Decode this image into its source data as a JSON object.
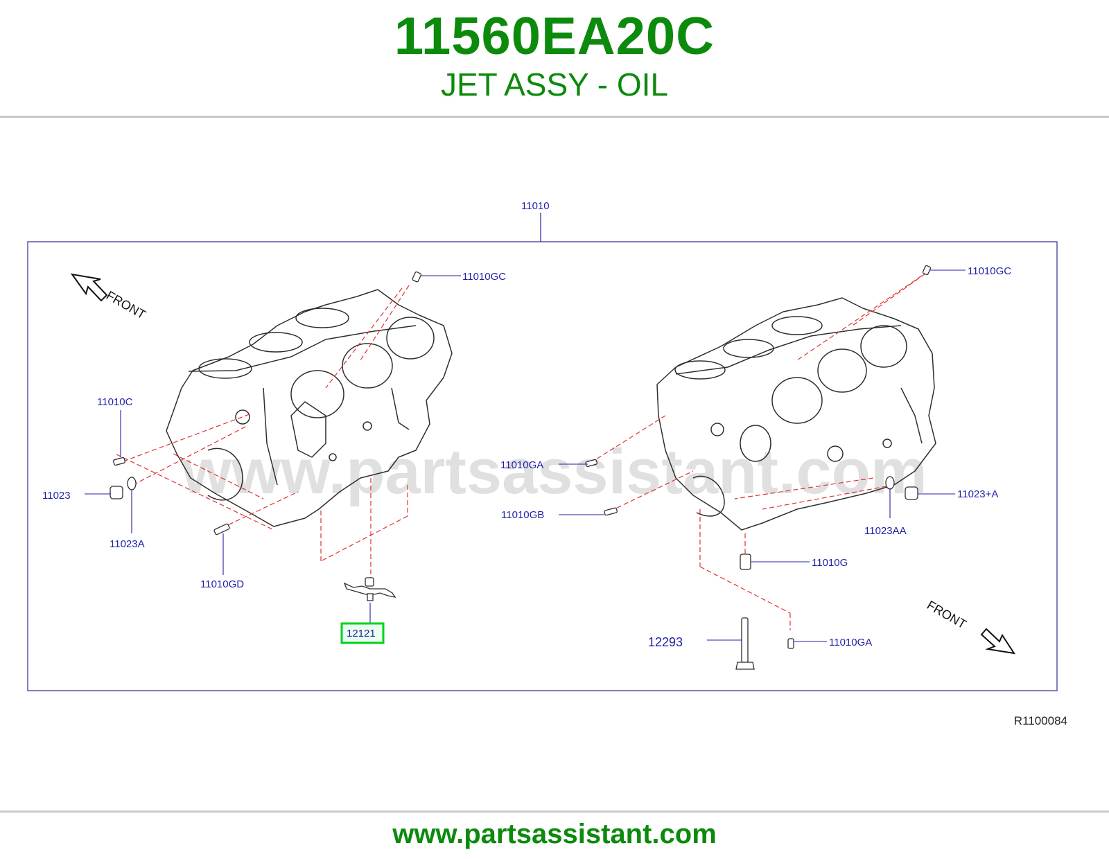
{
  "header": {
    "part_number": "11560EA20C",
    "part_name": "JET ASSY - OIL"
  },
  "footer": {
    "url": "www.partsassistant.com"
  },
  "watermark": "www.partsassistant.com",
  "colors": {
    "brand_green": "#0c8a0c",
    "callout_blue": "#1f1fa8",
    "leader_red": "#e03030",
    "highlight": "#00d21e",
    "line_art": "#333333"
  },
  "diagram": {
    "drawing_code": "R1100084",
    "front_labels": [
      "FRONT",
      "FRONT"
    ],
    "main_callout": "11010",
    "left_callouts": {
      "gc": "11010GC",
      "c": "11010C",
      "p11023": "11023",
      "a": "11023A",
      "gd": "11010GD",
      "jet": "12121"
    },
    "right_callouts": {
      "gc": "11010GC",
      "ga_top": "11010GA",
      "gb": "11010GB",
      "aa": "11023AA",
      "plus_a": "11023+A",
      "g": "11010G",
      "bolt": "12293",
      "ga_bottom": "11010GA"
    },
    "highlighted": "12121"
  }
}
